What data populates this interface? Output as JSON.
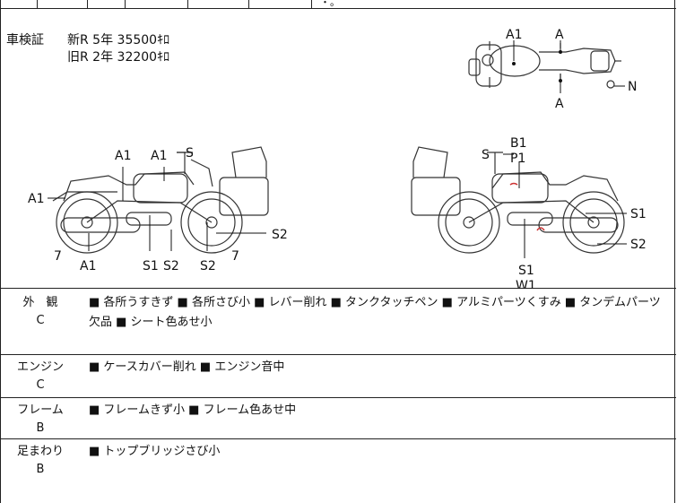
{
  "inspection": {
    "label": "車検証",
    "rows": [
      {
        "text": "新R  5年  35500ｷﾛ"
      },
      {
        "text": "旧R  2年  32200ｷﾛ"
      }
    ]
  },
  "top_strip": {
    "partial_text": "・。"
  },
  "diagram_labels": {
    "top_view": [
      "A1",
      "A",
      "A",
      "N"
    ],
    "left_side": [
      "A1",
      "A1",
      "S",
      "A1",
      "7",
      "A1",
      "S1",
      "S2",
      "S2",
      "7",
      "S2"
    ],
    "right_side": [
      "B1",
      "P1",
      "S",
      "S1",
      "S2",
      "S1",
      "W1"
    ]
  },
  "condition": [
    {
      "name": "外　観",
      "grade": "C",
      "notes": "■ 各所うすきず ■ 各所さび小 ■ レバー削れ ■ タンクタッチペン ■ アルミパーツくすみ ■ タンデムパーツ欠品 ■ シート色あせ小"
    },
    {
      "name": "エンジン",
      "grade": "C",
      "notes": "■ ケースカバー削れ ■ エンジン音中"
    },
    {
      "name": "フレーム",
      "grade": "B",
      "notes": "■ フレームきず小 ■ フレーム色あせ中"
    },
    {
      "name": "足まわり",
      "grade": "B",
      "notes": "■ トップブリッジさび小"
    }
  ]
}
